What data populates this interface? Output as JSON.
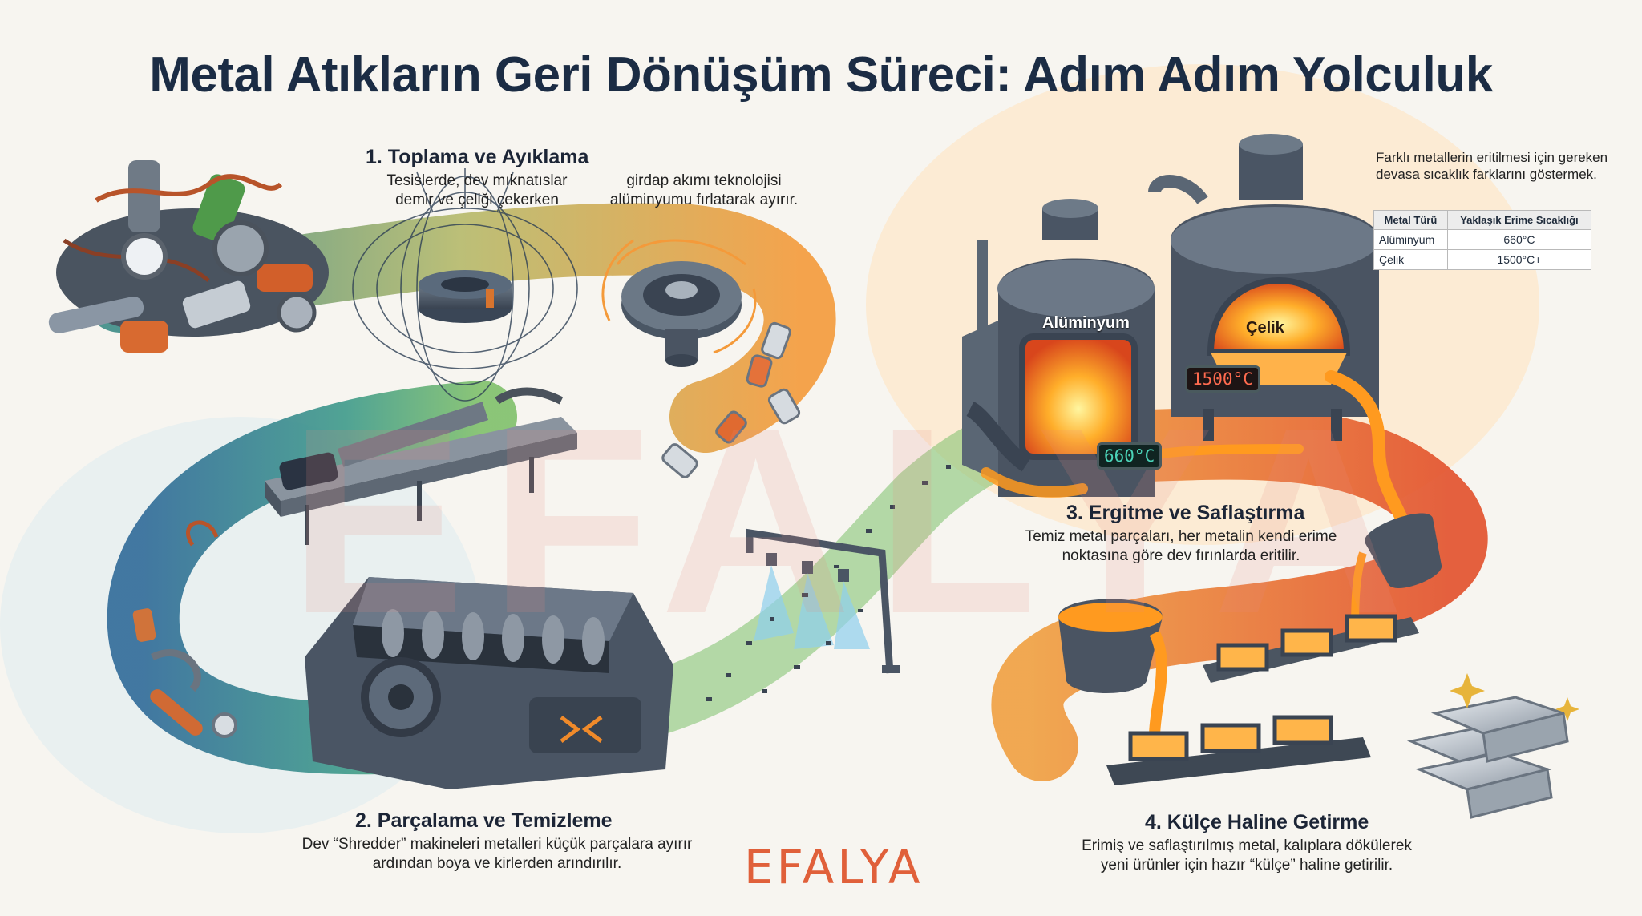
{
  "title": "Metal Atıkların Geri Dönüşüm Süreci: Adım Adım Yolculuk",
  "steps": [
    {
      "title": "1. Toplama ve Ayıklama",
      "desc_left": "Tesislerde, dev mıknatıslar\ndemir ve çeliği çekerken",
      "desc_right": "girdap akımı teknolojisi\nalüminyumu fırlatarak ayırır."
    },
    {
      "title": "2. Parçalama ve Temizleme",
      "desc": "Dev “Shredder” makineleri metalleri küçük parçalara ayırır\nardından boya ve kirlerden arındırılır."
    },
    {
      "title": "3. Ergitme ve Saflaştırma",
      "desc": "Temiz metal parçaları, her metalin kendi erime\nnoktasına göre dev fırınlarda eritilir."
    },
    {
      "title": "4. Külçe Haline Getirme",
      "desc": "Erimiş ve saflaştırılmış metal, kalıplara dökülerek\nyeni ürünler için hazır “külçe” haline getirilir."
    }
  ],
  "furnaces": {
    "aluminum_label": "Alüminyum",
    "steel_label": "Çelik",
    "aluminum_temp": "660°C",
    "steel_temp": "1500°C"
  },
  "note": "Farklı metallerin eritilmesi için gereken devasa sıcaklık farklarını göstermek.",
  "table": {
    "headers": [
      "Metal Türü",
      "Yaklaşık Erime Sıcaklığı"
    ],
    "rows": [
      [
        "Alüminyum",
        "660°C"
      ],
      [
        "Çelik",
        "1500°C+"
      ]
    ]
  },
  "brand": "EFALYA",
  "colors": {
    "path_blue": "#2b5e8c",
    "path_green": "#4f9a78",
    "path_orange": "#f08a2a",
    "molten": "#ff9a1f",
    "brand": "#e0603a"
  },
  "icons": [
    "scrap-pile-icon",
    "magnet-icon",
    "eddy-current-icon",
    "conveyor-icon",
    "shredder-icon",
    "water-spray-icon",
    "furnace-icon",
    "ladle-icon",
    "ingot-icon",
    "sparkle-icon"
  ]
}
